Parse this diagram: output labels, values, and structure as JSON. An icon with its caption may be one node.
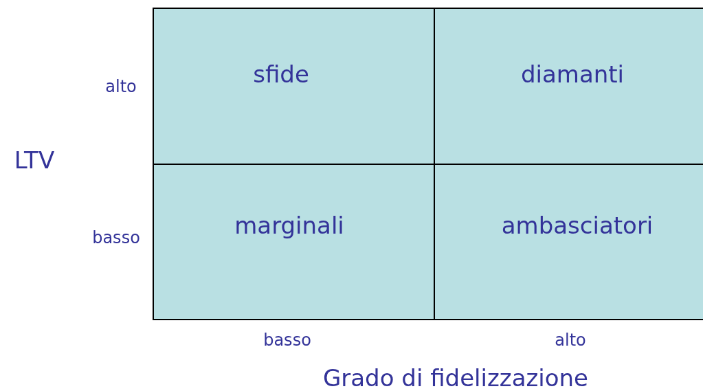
{
  "diagram": {
    "nodes": [
      {
        "text": [
          "sfide"
        ]
      },
      {
        "text": [
          "diamanti"
        ]
      },
      {
        "text": [
          "marginali"
        ]
      },
      {
        "text": [
          "ambasciatori"
        ]
      }
    ],
    "labels": [
      "alto",
      "LTV",
      "basso",
      "basso",
      "alto",
      "Grado di fidelizzazione"
    ]
  }
}
